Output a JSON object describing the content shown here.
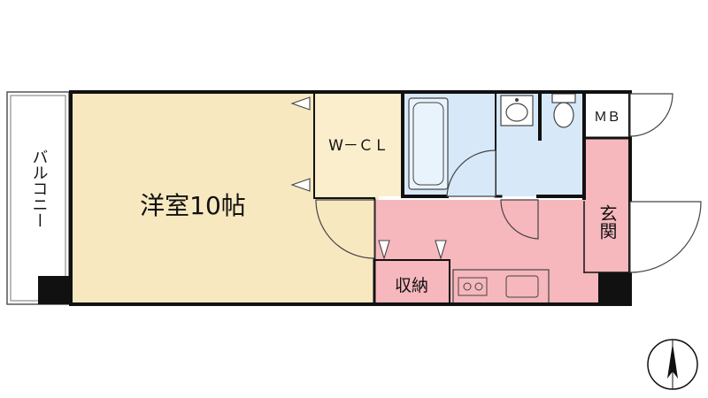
{
  "rooms": {
    "western_room": "洋室10帖",
    "walk_in_closet": "W－ＣＬ",
    "storage": "収納",
    "entrance": "玄関",
    "meter_box": "ＭＢ",
    "balcony": "バルコニー"
  },
  "colors": {
    "western_room": "#f8e8c0",
    "closet": "#fbeecd",
    "wet_area": "#d7e9f9",
    "kitchen": "#f6b7bd",
    "wall": "#111111",
    "balcony": "#ffffff"
  },
  "compass": {
    "icon": "north-arrow-icon"
  }
}
